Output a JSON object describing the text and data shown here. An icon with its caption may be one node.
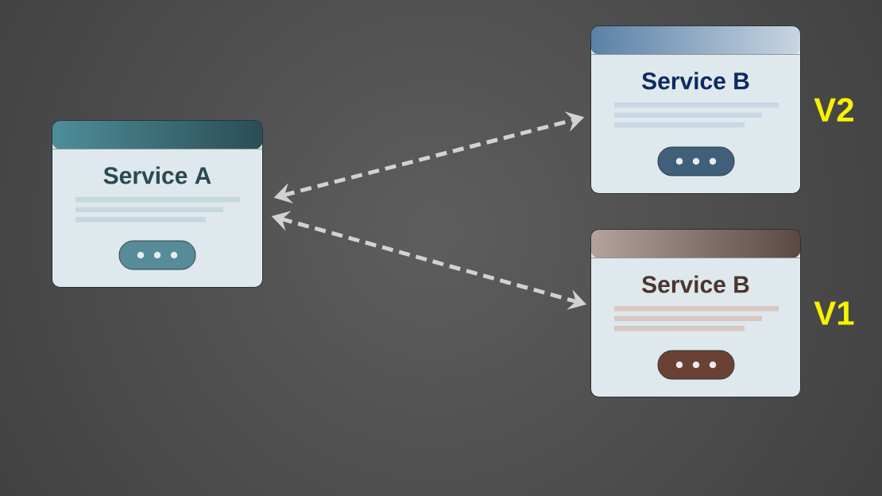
{
  "diagram": {
    "nodes": [
      {
        "text": [
          "Service A"
        ]
      },
      {
        "text": [
          "Service B"
        ],
        "beside": [
          "V2"
        ]
      },
      {
        "text": [
          "Service B"
        ],
        "beside": [
          "V1"
        ]
      }
    ],
    "edges": [
      {
        "from": 0,
        "to": 1,
        "arrow": "both",
        "style": "dashed"
      },
      {
        "from": 0,
        "to": 2,
        "arrow": "both",
        "style": "dashed"
      }
    ]
  }
}
